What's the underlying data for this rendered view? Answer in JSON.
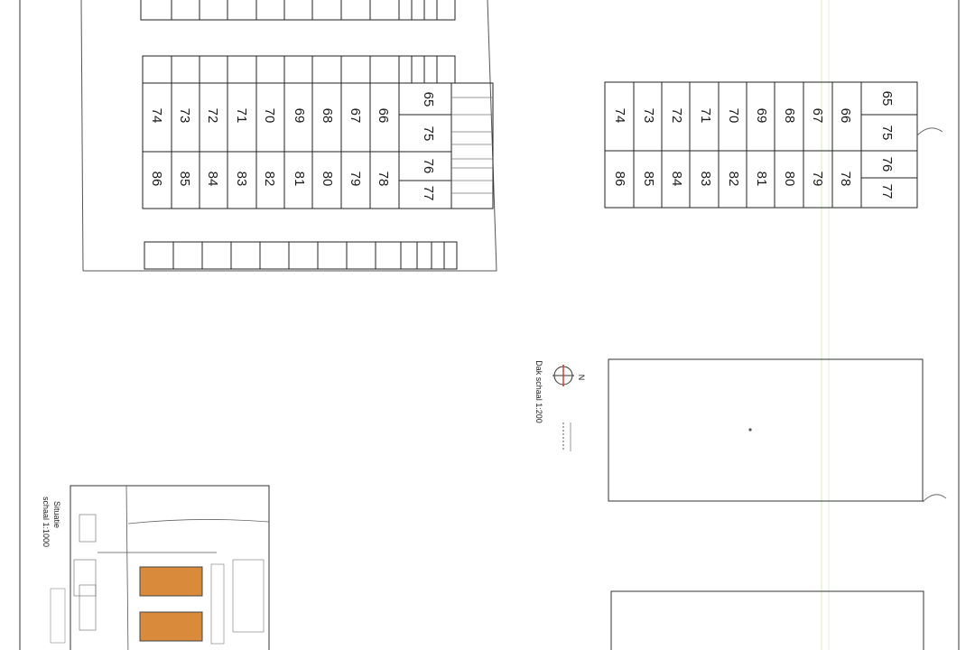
{
  "plan_left": {
    "top_row": [
      "65",
      "66",
      "67",
      "68",
      "69",
      "70",
      "71",
      "72",
      "73",
      "74"
    ],
    "bottom_row": [
      "77",
      "78",
      "79",
      "80",
      "81",
      "82",
      "83",
      "84",
      "85",
      "86"
    ],
    "middle_column": [
      "75",
      "76"
    ]
  },
  "plan_right": {
    "top_row": [
      "65",
      "66",
      "67",
      "68",
      "69",
      "70",
      "71",
      "72",
      "73",
      "74"
    ],
    "bottom_row": [
      "77",
      "78",
      "79",
      "80",
      "81",
      "82",
      "83",
      "84",
      "85",
      "86"
    ],
    "middle_column": [
      "75",
      "76"
    ]
  },
  "north_label": "N",
  "roof_scale": "Dak schaal 1:200",
  "situation_title": "Situatie",
  "situation_scale": "schaal 1:1000",
  "colors": {
    "line": "#1a1a1a",
    "highlight_buildings": "#d98a3a",
    "guide_lines": "#dde9c8"
  }
}
